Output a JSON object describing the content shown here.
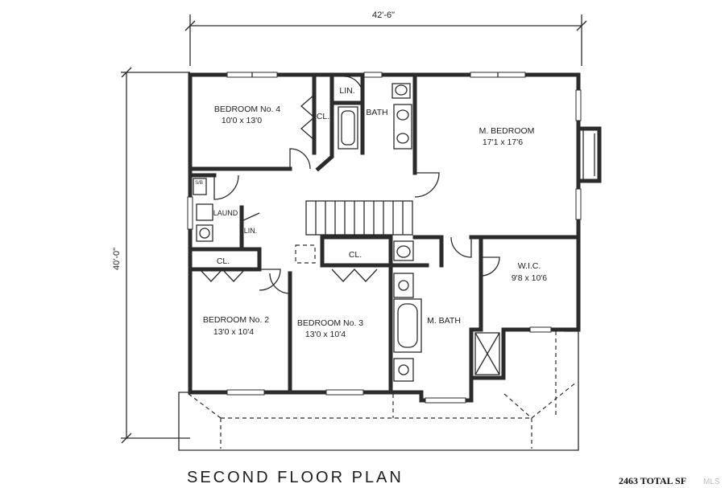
{
  "dimensions": {
    "width_label": "42'-6\"",
    "depth_label": "40'-0\""
  },
  "rooms": {
    "bedroom4": {
      "name": "BEDROOM No. 4",
      "size": "10'0 x 13'0"
    },
    "cl_b4": "CL.",
    "lin_top": "LIN.",
    "bath": "BATH",
    "master": {
      "name": "M. BEDROOM",
      "size": "17'1 x 17'6"
    },
    "sb": "S/B",
    "laund": "LAUND",
    "lin_mid": "LIN.",
    "cl_b2": "CL.",
    "cl_b3": "CL.",
    "wic": {
      "name": "W.I.C.",
      "size": "9'8 x 10'6"
    },
    "bedroom2": {
      "name": "BEDROOM No. 2",
      "size": "13'0 x 10'4"
    },
    "bedroom3": {
      "name": "BEDROOM No. 3",
      "size": "13'0 x 10'4"
    },
    "mbath": "M. BATH"
  },
  "footer": {
    "title": "SECOND FLOOR PLAN",
    "total": "2463 TOTAL SF",
    "watermark": "MLS"
  }
}
